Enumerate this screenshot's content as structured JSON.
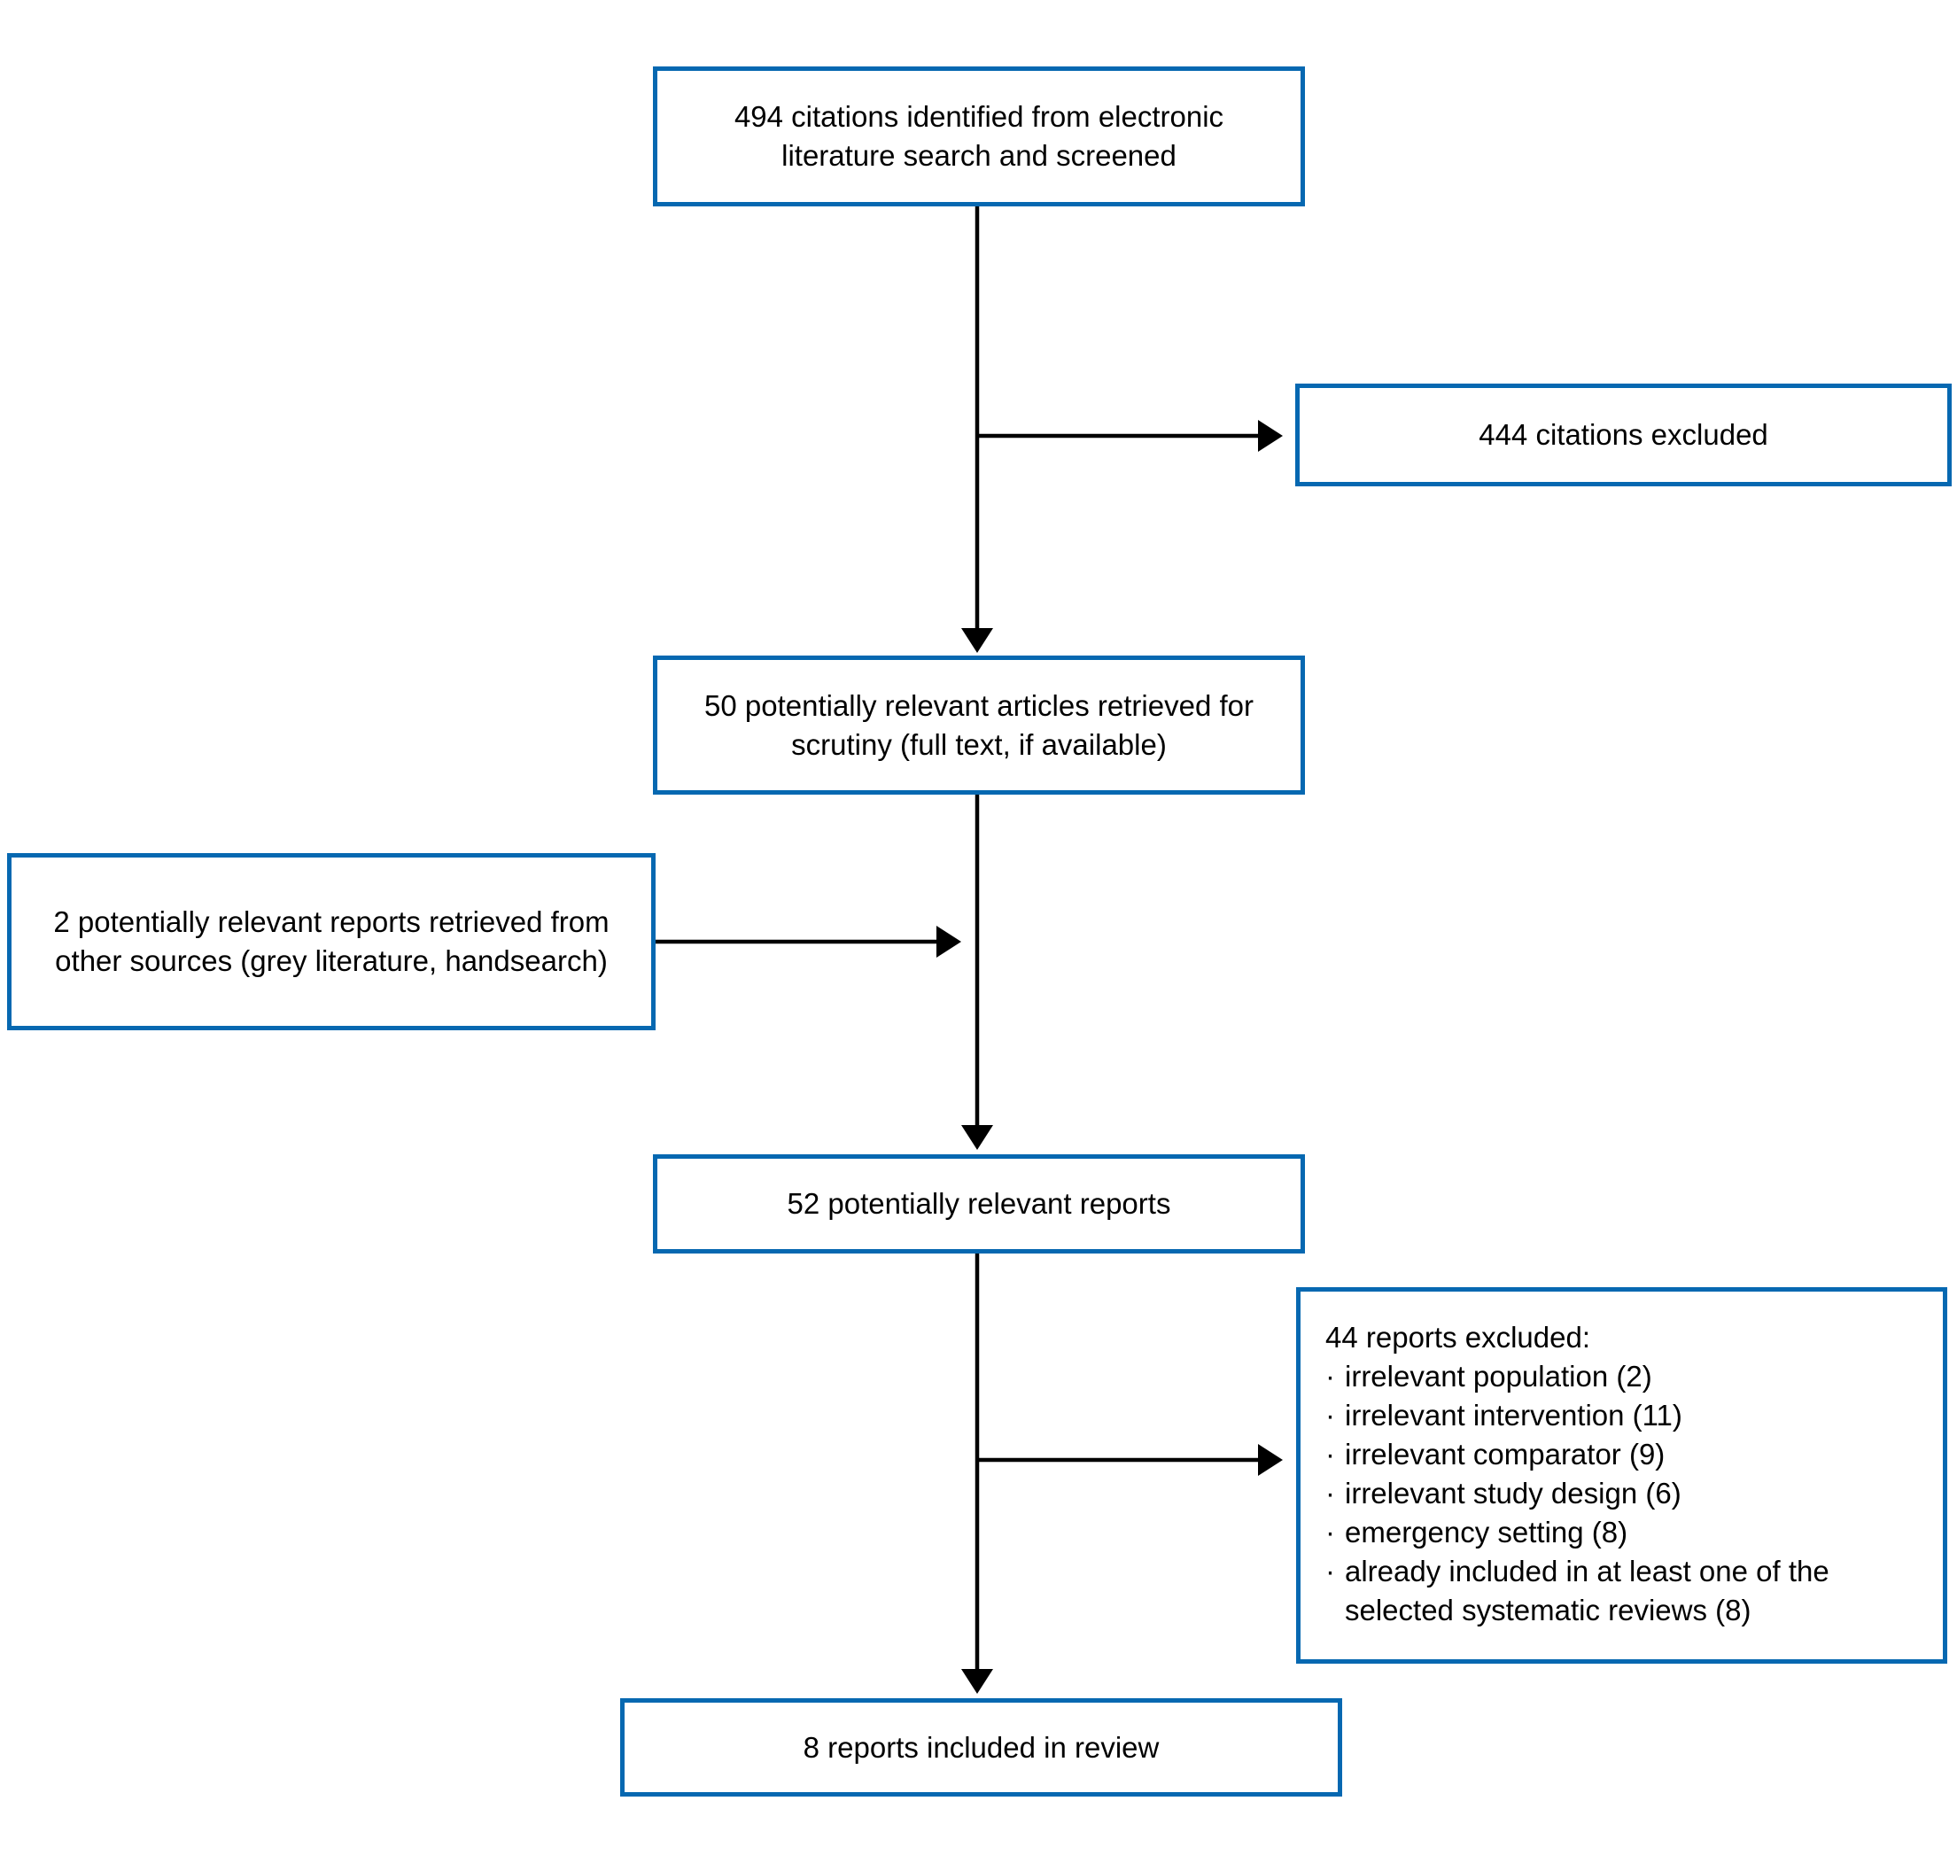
{
  "colors": {
    "box_border": "#0668b1",
    "arrow": "#000000",
    "text": "#000000",
    "background": "#ffffff"
  },
  "diagram": {
    "boxes": {
      "identified": {
        "text": "494 citations identified from electronic literature search and screened"
      },
      "excluded_citations": {
        "text": "444 citations excluded"
      },
      "retrieved": {
        "text": "50 potentially relevant articles retrieved for scrutiny (full text, if available)"
      },
      "other_sources": {
        "text": "2 potentially relevant reports retrieved from other sources (grey literature, handsearch)"
      },
      "potentially_relevant": {
        "text": "52 potentially relevant reports"
      },
      "excluded_reports": {
        "heading": "44 reports excluded:",
        "bullet_char": "·",
        "items": [
          "irrelevant population (2)",
          "irrelevant intervention (11)",
          "irrelevant comparator (9)",
          "irrelevant study design (6)",
          "emergency setting (8)",
          "already included in at least one of the selected systematic reviews (8)"
        ]
      },
      "included": {
        "text": "8 reports included in review"
      }
    }
  }
}
